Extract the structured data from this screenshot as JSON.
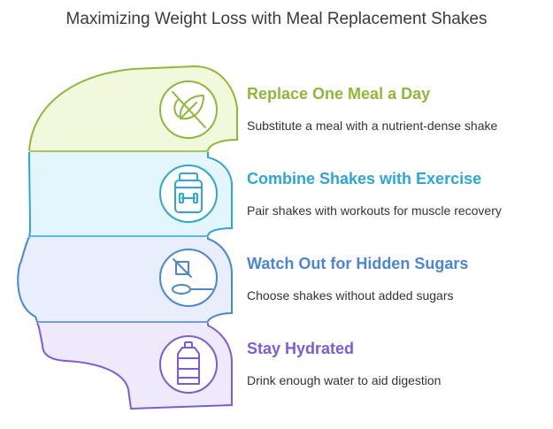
{
  "title": "Maximizing Weight Loss with Meal Replacement Shakes",
  "steps": [
    {
      "title": "Replace One Meal a Day",
      "description": "Substitute a meal with a nutrient-dense shake",
      "color": "#8fb83a",
      "fill": "#f2f8dc",
      "icon": "no-food-icon"
    },
    {
      "title": "Combine Shakes with Exercise",
      "description": "Pair shakes with workouts for muscle recovery",
      "color": "#2da6d8",
      "fill": "#e4f6fd",
      "icon": "supplement-jar-icon"
    },
    {
      "title": "Watch Out for Hidden Sugars",
      "description": "Choose shakes without added sugars",
      "color": "#4b86d6",
      "fill": "#e8eefb",
      "icon": "no-sugar-spoon-icon"
    },
    {
      "title": "Stay Hydrated",
      "description": "Drink enough water to aid digestion",
      "color": "#7e5bd6",
      "fill": "#efeafb",
      "icon": "water-bottle-icon"
    }
  ]
}
